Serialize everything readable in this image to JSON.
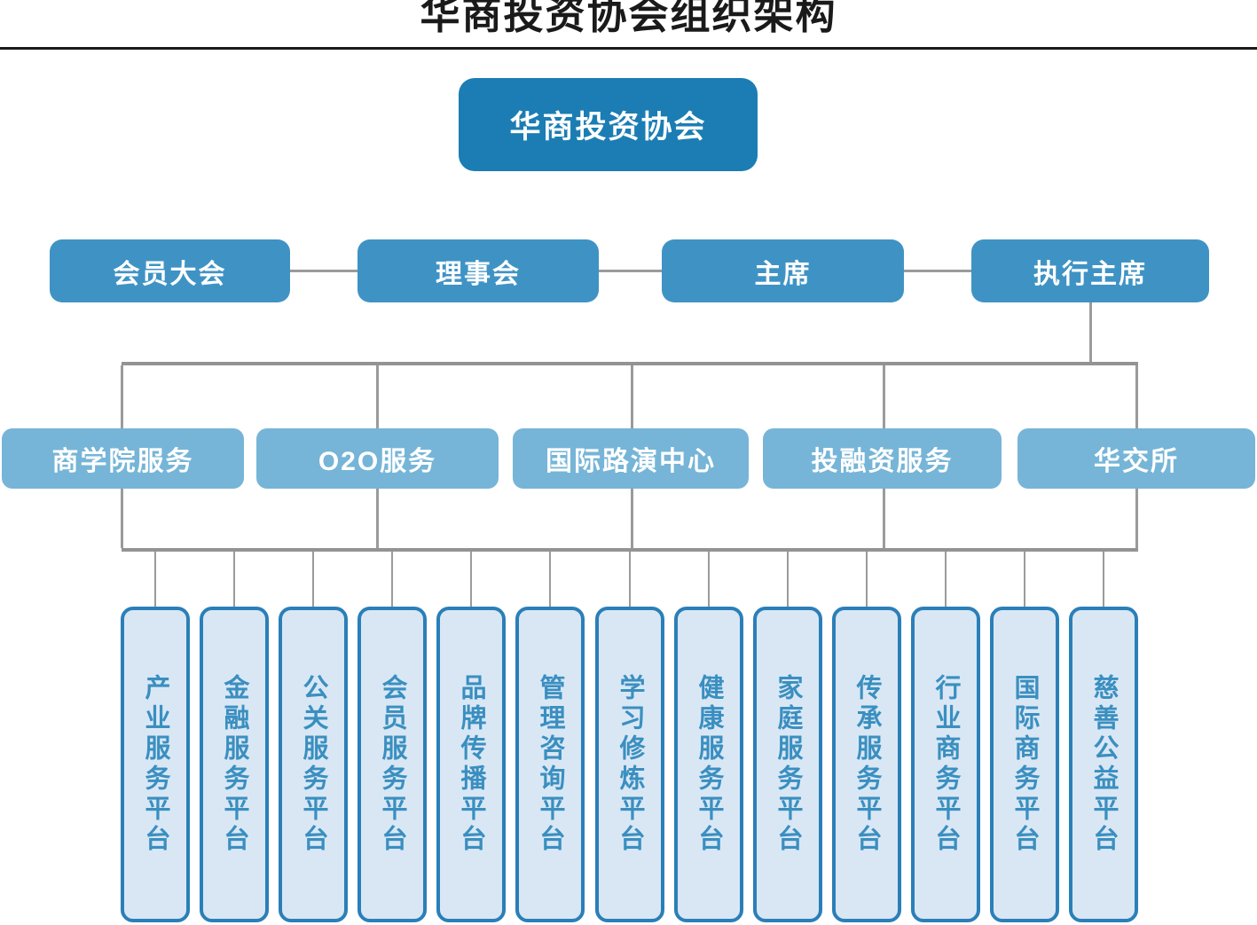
{
  "title": "华商投资协会组织架构",
  "org": {
    "root": "华商投资协会",
    "governance": [
      "会员大会",
      "理事会",
      "主席",
      "执行主席"
    ],
    "divisions": [
      "商学院服务",
      "O2O服务",
      "国际路演中心",
      "投融资服务",
      "华交所"
    ],
    "platforms": [
      "产业服务平台",
      "金融服务平台",
      "公关服务平台",
      "会员服务平台",
      "品牌传播平台",
      "管理咨询平台",
      "学习修炼平台",
      "健康服务平台",
      "家庭服务平台",
      "传承服务平台",
      "行业商务平台",
      "国际商务平台",
      "慈善公益平台"
    ]
  },
  "colors": {
    "root_box": "#1b7db3",
    "governance_box": "#3f93c4",
    "division_box": "#76b5d7",
    "platform_fill": "#d9e7f5",
    "platform_border": "#2b7fb8",
    "platform_text": "#3a8fc0",
    "connector": "#9b9b9b",
    "title_text": "#1a1a1a"
  }
}
